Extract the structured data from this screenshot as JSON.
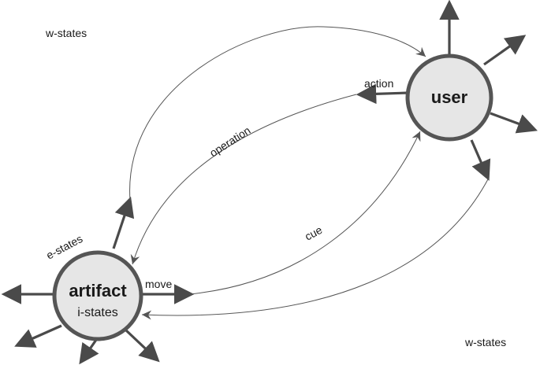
{
  "diagram": {
    "nodes": {
      "user": {
        "label": "user"
      },
      "artifact": {
        "label": "artifact",
        "sublabel": "i-states"
      }
    },
    "labels": {
      "w_states_top": "w-states",
      "w_states_bottom": "w-states",
      "action": "action",
      "operation": "operation",
      "cue": "cue",
      "e_states": "e-states",
      "move": "move"
    },
    "colors": {
      "node_fill": "#e6e6e6",
      "stroke": "#555555",
      "background": "#ffffff"
    }
  }
}
